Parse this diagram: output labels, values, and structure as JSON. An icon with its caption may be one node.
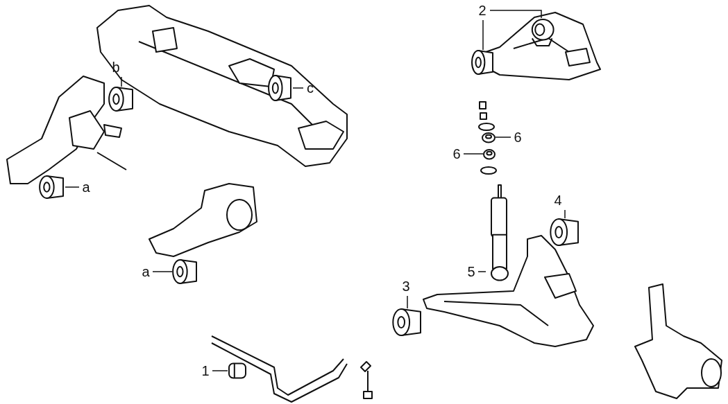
{
  "diagram": {
    "nodes": [
      {
        "text": [
          "2"
        ]
      },
      {
        "text": [],
        "shape": "picture"
      },
      {
        "text": [],
        "shape": "cylinder"
      },
      {
        "text": [
          "b"
        ]
      },
      {
        "text": [],
        "shape": "cylinder"
      },
      {
        "text": [
          "c"
        ]
      },
      {
        "text": [],
        "shape": "cylinder"
      },
      {
        "text": [
          "a"
        ]
      },
      {
        "text": [],
        "shape": "cylinder"
      },
      {
        "text": [
          "a"
        ]
      },
      {
        "text": [],
        "shape": "cylinder"
      },
      {
        "text": [
          "6"
        ]
      },
      {
        "text": [],
        "shape": "picture"
      },
      {
        "text": [
          "6"
        ]
      },
      {
        "text": [],
        "shape": "picture"
      },
      {
        "text": [
          "4"
        ]
      },
      {
        "text": [],
        "shape": "cylinder"
      },
      {
        "text": [
          "5"
        ]
      },
      {
        "text": [],
        "shape": "picture"
      },
      {
        "text": [
          "3"
        ]
      },
      {
        "text": [],
        "shape": "cylinder"
      },
      {
        "text": [
          "1"
        ]
      },
      {
        "text": [],
        "shape": "picture"
      }
    ],
    "edges": [
      {
        "from": 0,
        "to": 1,
        "arrow": "none"
      },
      {
        "from": 0,
        "to": 2,
        "arrow": "none"
      },
      {
        "from": 3,
        "to": 4,
        "arrow": "none"
      },
      {
        "from": 5,
        "to": 6,
        "arrow": "none"
      },
      {
        "from": 7,
        "to": 8,
        "arrow": "none"
      },
      {
        "from": 9,
        "to": 10,
        "arrow": "none"
      },
      {
        "from": 11,
        "to": 12,
        "arrow": "none"
      },
      {
        "from": 13,
        "to": 14,
        "arrow": "none"
      },
      {
        "from": 15,
        "to": 16,
        "arrow": "none"
      },
      {
        "from": 17,
        "to": 18,
        "arrow": "none"
      },
      {
        "from": 19,
        "to": 20,
        "arrow": "none"
      },
      {
        "from": 21,
        "to": 22,
        "arrow": "none"
      }
    ]
  }
}
